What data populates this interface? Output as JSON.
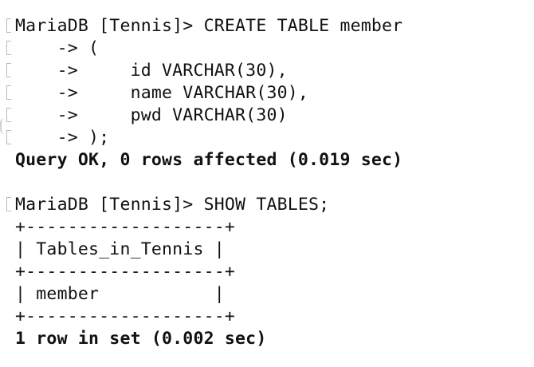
{
  "terminal": {
    "lines": [
      "MariaDB [Tennis]> CREATE TABLE member",
      "    -> (",
      "    ->     id VARCHAR(30),",
      "    ->     name VARCHAR(30),",
      "    ->     pwd VARCHAR(30)",
      "    -> );",
      "Query OK, 0 rows affected (0.019 sec)",
      "",
      "MariaDB [Tennis]> SHOW TABLES;",
      "+-------------------+",
      "| Tables_in_Tennis |",
      "+-------------------+",
      "| member           |",
      "+-------------------+",
      "1 row in set (0.002 sec)"
    ]
  },
  "colors": {
    "background": "#ffffff",
    "text": "#111111"
  }
}
